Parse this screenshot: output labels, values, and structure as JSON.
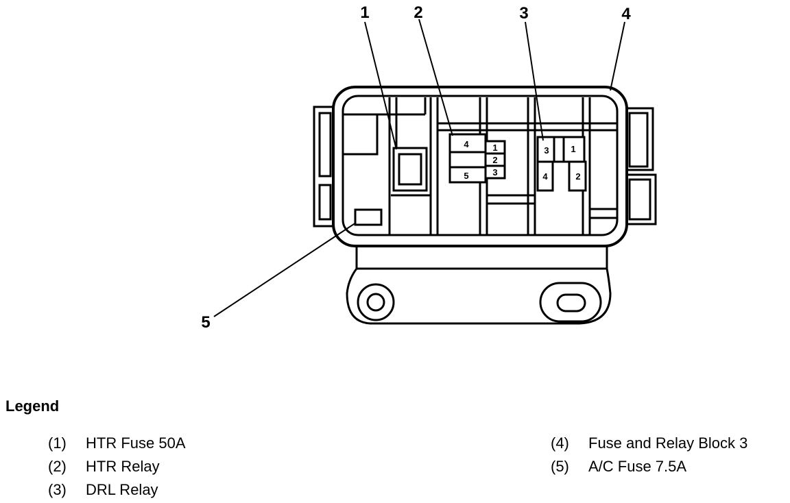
{
  "callouts": {
    "c1": "1",
    "c2": "2",
    "c3": "3",
    "c4": "4",
    "c5": "5"
  },
  "block_left": {
    "s4": "4",
    "s5": "5",
    "s1": "1",
    "s2": "2",
    "s3": "3"
  },
  "block_right": {
    "s3": "3",
    "s1": "1",
    "s4": "4",
    "s2": "2"
  },
  "legend": {
    "title": "Legend",
    "items": [
      {
        "num": "(1)",
        "label": "HTR Fuse 50A"
      },
      {
        "num": "(2)",
        "label": "HTR Relay"
      },
      {
        "num": "(3)",
        "label": "DRL Relay"
      },
      {
        "num": "(4)",
        "label": "Fuse and Relay Block 3"
      },
      {
        "num": "(5)",
        "label": "A/C Fuse 7.5A"
      }
    ]
  }
}
